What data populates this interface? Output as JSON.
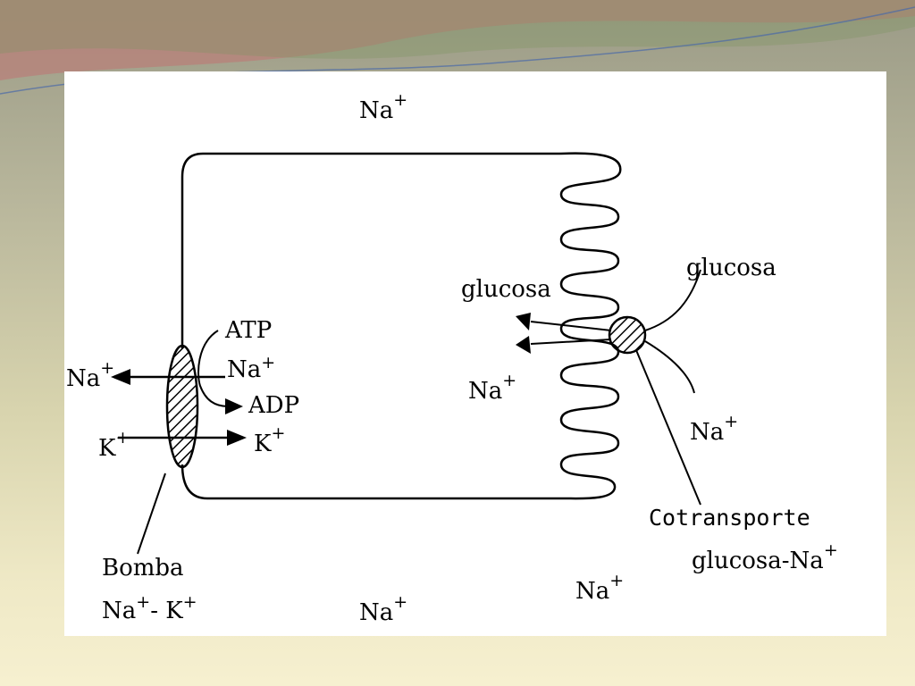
{
  "labels": {
    "na_top": "Na",
    "na_top_sup": "+",
    "na_bottom": "Na",
    "na_bottom_sup": "+",
    "na_bottom_right": "Na",
    "na_bottom_right_sup": "+",
    "na_left_out": "Na",
    "na_left_out_sup": "+",
    "na_left_in": "Na",
    "na_left_in_sup": "+",
    "k_left_in": "K",
    "k_left_in_sup": "+",
    "k_right_out": "K",
    "k_right_out_sup": "+",
    "atp": "ATP",
    "adp": "ADP",
    "bomba": "Bomba",
    "bomba_na": "Na",
    "bomba_na_sup": "+",
    "bomba_dash": "- K",
    "bomba_k_sup": "+",
    "glucosa_in": "glucosa",
    "glucosa_out": "glucosa",
    "na_cell": "Na",
    "na_cell_sup": "+",
    "na_right_out": "Na",
    "na_right_out_sup": "+",
    "cotransporte": "Cotransporte",
    "cotransporte_sub": "glucosa-Na",
    "cotransporte_sub_sup": "+"
  },
  "colors": {
    "ink": "#000000",
    "panel": "#ffffff",
    "band_red": "#c26a66",
    "band_green": "#8aa06a"
  }
}
